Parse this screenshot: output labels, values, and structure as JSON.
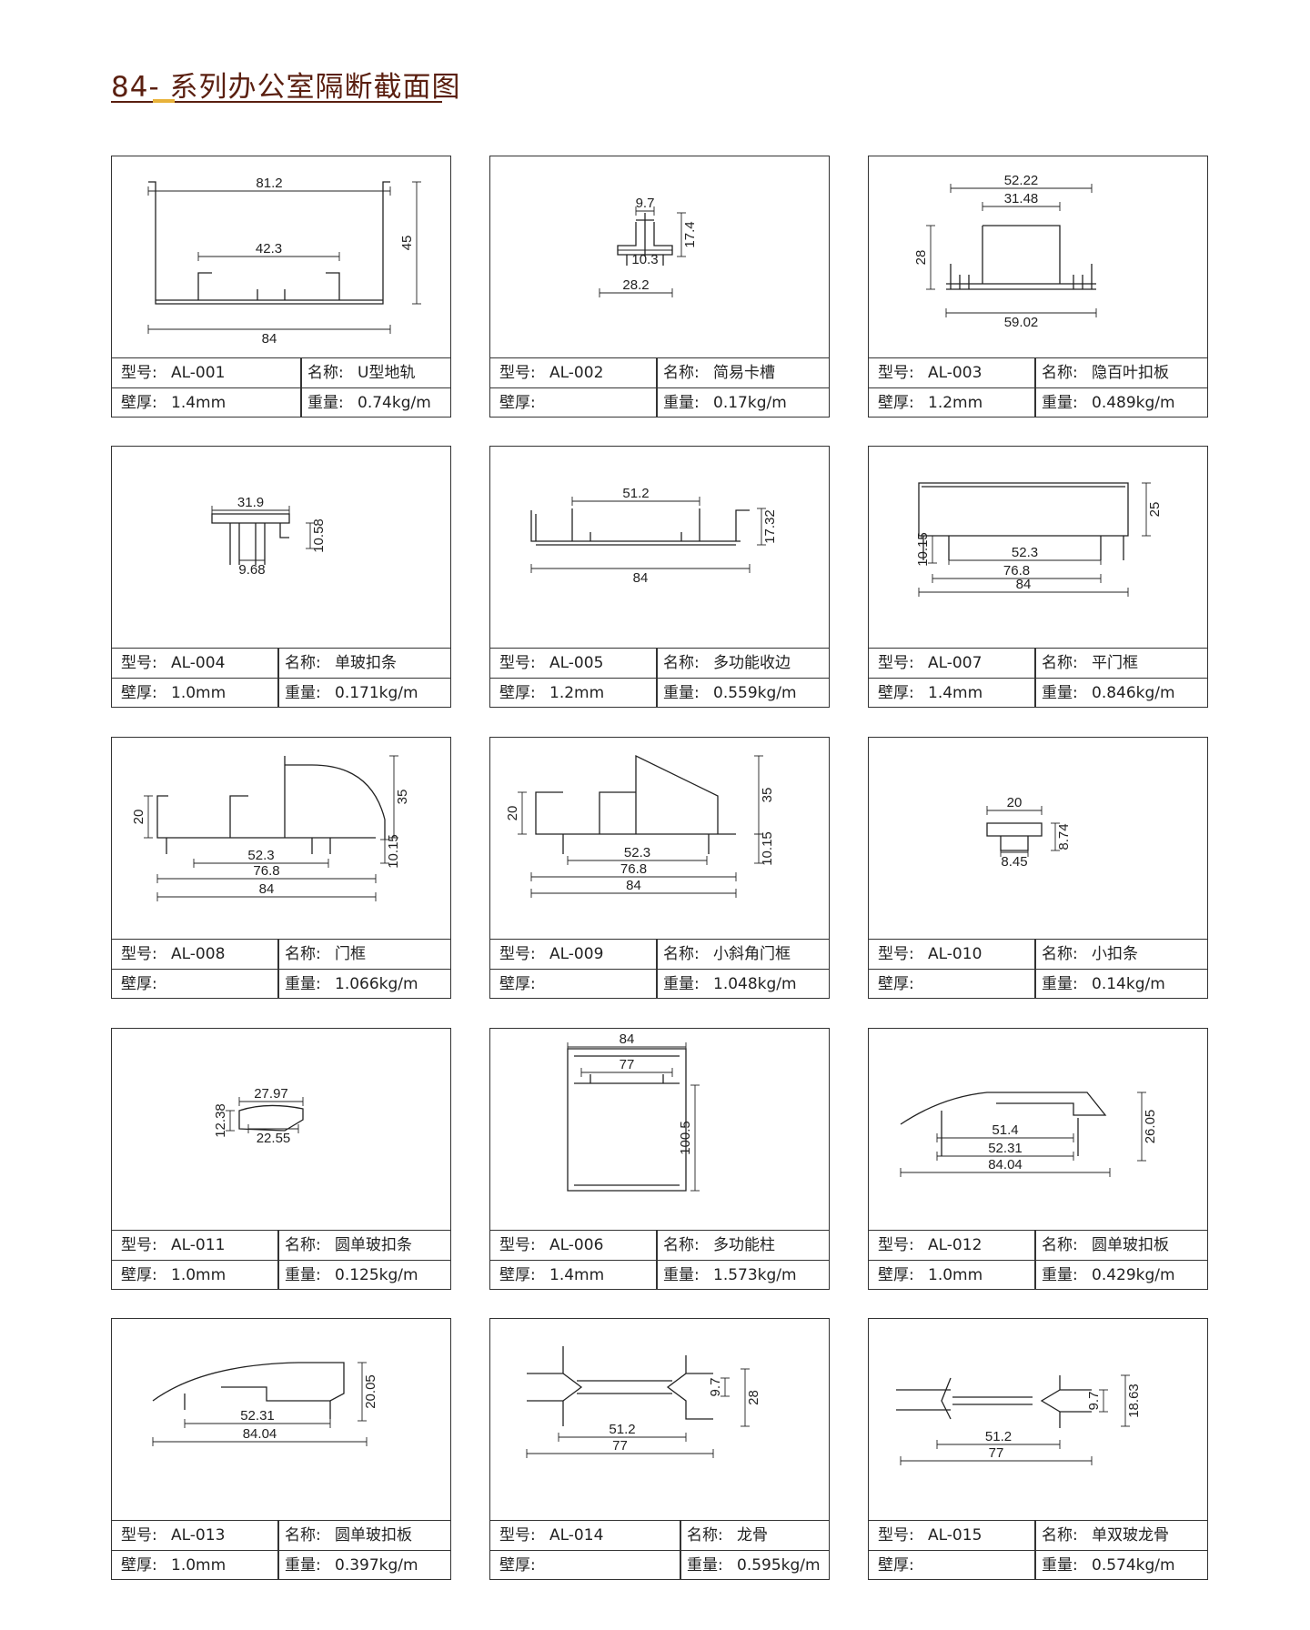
{
  "header": {
    "prefix": "84",
    "title": "系列办公室隔断截面图"
  },
  "labels": {
    "model": "型号:",
    "name": "名称:",
    "thickness": "壁厚:",
    "weight": "重量:"
  },
  "cards": [
    {
      "model": "AL-001",
      "name": "U型地轨",
      "thickness": "1.4mm",
      "weight": "0.74kg/m",
      "dims": [
        "81.2",
        "45",
        "42.3",
        "84"
      ]
    },
    {
      "model": "AL-002",
      "name": "简易卡槽",
      "thickness": "",
      "weight": "0.17kg/m",
      "dims": [
        "9.7",
        "17.4",
        "10.3",
        "28.2"
      ]
    },
    {
      "model": "AL-003",
      "name": "隐百叶扣板",
      "thickness": "1.2mm",
      "weight": "0.489kg/m",
      "dims": [
        "52.22",
        "31.48",
        "28",
        "59.02"
      ]
    },
    {
      "model": "AL-004",
      "name": "单玻扣条",
      "thickness": "1.0mm",
      "weight": "0.171kg/m",
      "dims": [
        "31.9",
        "10.58",
        "9.68"
      ]
    },
    {
      "model": "AL-005",
      "name": "多功能收边",
      "thickness": "1.2mm",
      "weight": "0.559kg/m",
      "dims": [
        "51.2",
        "17.32",
        "84"
      ]
    },
    {
      "model": "AL-007",
      "name": "平门框",
      "thickness": "1.4mm",
      "weight": "0.846kg/m",
      "dims": [
        "25",
        "10.15",
        "52.3",
        "76.8",
        "84"
      ]
    },
    {
      "model": "AL-008",
      "name": "门框",
      "thickness": "",
      "weight": "1.066kg/m",
      "dims": [
        "20",
        "35",
        "10.15",
        "52.3",
        "76.8",
        "84"
      ]
    },
    {
      "model": "AL-009",
      "name": "小斜角门框",
      "thickness": "",
      "weight": "1.048kg/m",
      "dims": [
        "20",
        "35",
        "10.15",
        "52.3",
        "76.8",
        "84"
      ]
    },
    {
      "model": "AL-010",
      "name": "小扣条",
      "thickness": "",
      "weight": "0.14kg/m",
      "dims": [
        "20",
        "8.74",
        "8.45"
      ]
    },
    {
      "model": "AL-011",
      "name": "圆单玻扣条",
      "thickness": "1.0mm",
      "weight": "0.125kg/m",
      "dims": [
        "27.97",
        "12.38",
        "22.55"
      ]
    },
    {
      "model": "AL-006",
      "name": "多功能柱",
      "thickness": "1.4mm",
      "weight": "1.573kg/m",
      "dims": [
        "84",
        "77",
        "100.5"
      ]
    },
    {
      "model": "AL-012",
      "name": "圆单玻扣板",
      "thickness": "1.0mm",
      "weight": "0.429kg/m",
      "dims": [
        "26.05",
        "51.4",
        "52.31",
        "84.04"
      ]
    },
    {
      "model": "AL-013",
      "name": "圆单玻扣板",
      "thickness": "1.0mm",
      "weight": "0.397kg/m",
      "dims": [
        "20.05",
        "52.31",
        "84.04"
      ]
    },
    {
      "model": "AL-014",
      "name": "龙骨",
      "thickness": "",
      "weight": "0.595kg/m",
      "dims": [
        "9.7",
        "28",
        "51.2",
        "77"
      ]
    },
    {
      "model": "AL-015",
      "name": "单双玻龙骨",
      "thickness": "",
      "weight": "0.574kg/m",
      "dims": [
        "9.7",
        "18.63",
        "51.2",
        "77"
      ]
    }
  ]
}
